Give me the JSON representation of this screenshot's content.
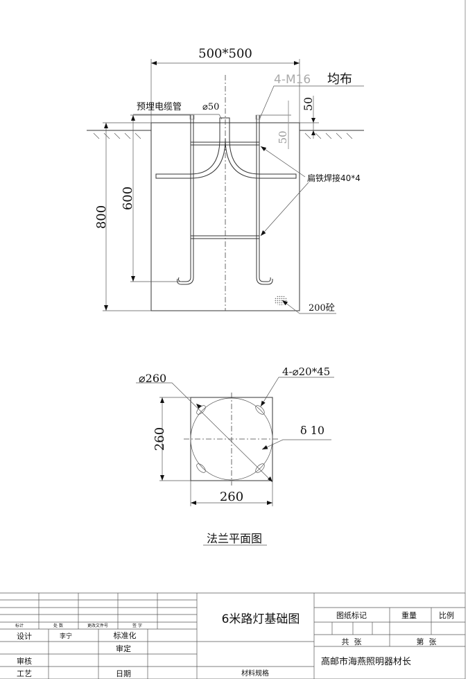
{
  "elevation": {
    "width_dim": "500*500",
    "bolts_label": "4-M16",
    "bolts_suffix": "均布",
    "cable_pipe_label": "预埋电缆管",
    "cable_pipe_dia": "⌀50",
    "dim_50_right": "50",
    "dim_50_gray": "50",
    "flat_iron_label": "扁铁焊接40*4",
    "dim_800": "800",
    "dim_600": "600",
    "concrete_label": "200砼"
  },
  "flange": {
    "dia_label": "⌀260",
    "holes_label": "4-⌀20*45",
    "thickness_label": "δ 10",
    "height_dim": "260",
    "width_dim": "260",
    "title": "法兰平面图"
  },
  "title_block": {
    "revision_headers": [
      "标计",
      "处 数",
      "更改文件号",
      "签 字"
    ],
    "design_label": "设计",
    "designer": "李宁",
    "standardization_label": "标准化",
    "approval_label": "审定",
    "review_label": "审核",
    "process_label": "工艺",
    "date_label": "日期",
    "drawing_title": "6米路灯基础图",
    "material_label": "材料规格",
    "drawing_mark_label": "图纸标记",
    "weight_label": "重量",
    "scale_label": "比例",
    "total_sheets_label": "共  张",
    "sheet_no_label": "第  张",
    "company": "高邮市海燕照明器材长"
  }
}
